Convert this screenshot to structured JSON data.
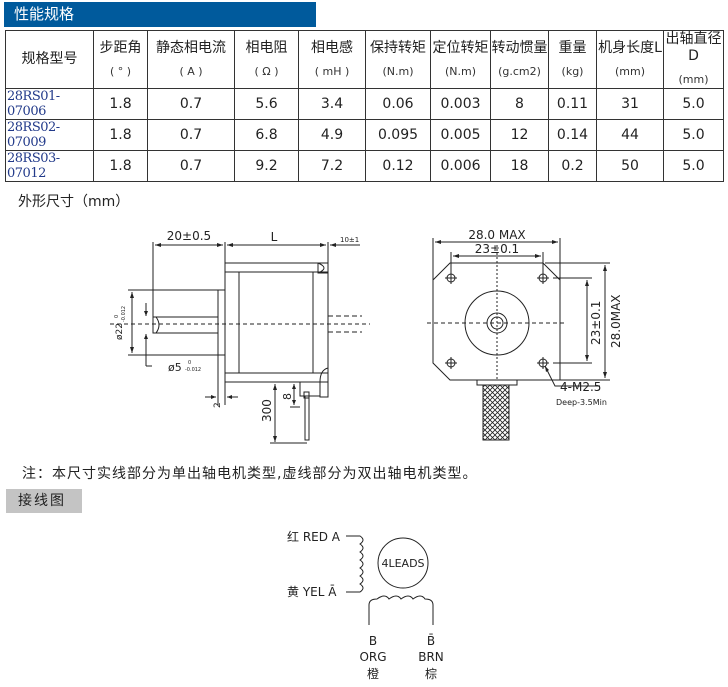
{
  "section_title": "性能规格",
  "table": {
    "headers": [
      {
        "label": "规格型号",
        "unit": ""
      },
      {
        "label": "步距角",
        "unit": "( ° )"
      },
      {
        "label": "静态相电流",
        "unit": "( A )"
      },
      {
        "label": "相电阻",
        "unit": "( Ω )"
      },
      {
        "label": "相电感",
        "unit": "( mH )"
      },
      {
        "label": "保持转矩",
        "unit": "(N.m)"
      },
      {
        "label": "定位转矩",
        "unit": "(N.m)"
      },
      {
        "label": "转动惯量",
        "unit": "(g.cm2)"
      },
      {
        "label": "重量",
        "unit": "(kg)"
      },
      {
        "label": "机身长度L",
        "unit": "(mm)"
      },
      {
        "label": "出轴直径D",
        "unit": "(mm)"
      }
    ],
    "rows": [
      [
        "28RS01-07006",
        "1.8",
        "0.7",
        "5.6",
        "3.4",
        "0.06",
        "0.003",
        "8",
        "0.11",
        "31",
        "5.0"
      ],
      [
        "28RS02-07009",
        "1.8",
        "0.7",
        "6.8",
        "4.9",
        "0.095",
        "0.005",
        "12",
        "0.14",
        "44",
        "5.0"
      ],
      [
        "28RS03-07012",
        "1.8",
        "0.7",
        "9.2",
        "7.2",
        "0.12",
        "0.006",
        "18",
        "0.2",
        "50",
        "5.0"
      ]
    ]
  },
  "dimensions_title": "外形尺寸（mm）",
  "drawing": {
    "shaft_len": "20±0.5",
    "body_len": "L",
    "rear_shaft": "10±1",
    "flange_dia": "ø22",
    "flange_tol": "-0.012",
    "shaft_dia": "ø5",
    "shaft_tol": "-0.012",
    "tol_zero": "0",
    "flange_th": "2",
    "lead_len": "300",
    "conn_h": "8",
    "width_max": "28.0 MAX",
    "hole_pitch": "23±0.1",
    "height_max": "28.0MAX",
    "hole_pitch_v": "23±0.1",
    "thread": "4-M2.5",
    "depth": "Deep-3.5Min"
  },
  "note": "注：本尺寸实线部分为单出轴电机类型,虚线部分为双出轴电机类型。",
  "wiring_title": "接线图",
  "wiring": {
    "red": "红 RED A",
    "yel": "黄 YEL Ā",
    "leads": "4LEADS",
    "b": "B",
    "org": "ORG",
    "org_cn": "橙",
    "bbar": "B̄",
    "brn": "BRN",
    "brn_cn": "棕"
  }
}
